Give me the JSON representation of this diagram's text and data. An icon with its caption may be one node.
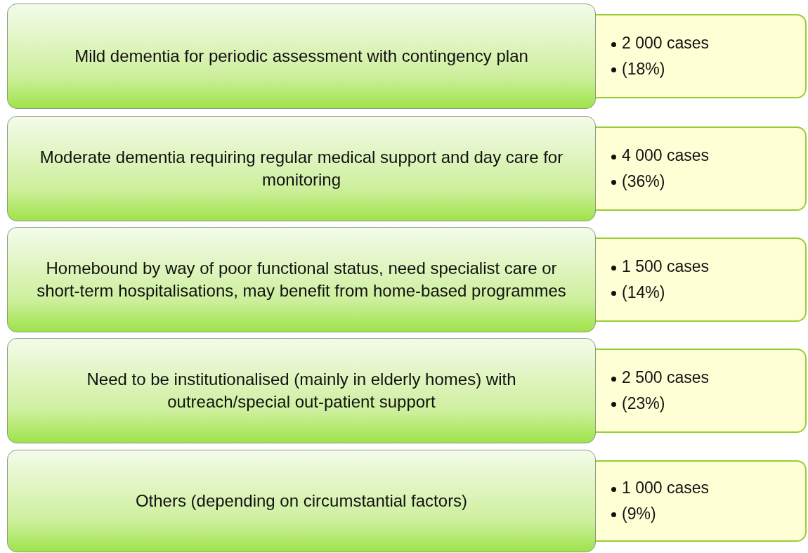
{
  "diagram": {
    "nodes": [
      {
        "text": [
          "Mild dementia for periodic assessment with contingency plan"
        ]
      },
      {
        "text": [
          "2 000 cases",
          "(18%)"
        ]
      },
      {
        "text": [
          "Moderate dementia requiring regular medical support and day care for monitoring"
        ]
      },
      {
        "text": [
          "4 000 cases",
          "(36%)"
        ]
      },
      {
        "text": [
          "Homebound by way of poor functional status, need specialist care or short-term hospitalisations, may benefit from home-based programmes"
        ]
      },
      {
        "text": [
          "1 500 cases",
          "(14%)"
        ]
      },
      {
        "text": [
          "Need to be institutionalised (mainly in elderly homes) with outreach/special out-patient support"
        ]
      },
      {
        "text": [
          "2 500 cases",
          "(23%)"
        ]
      },
      {
        "text": [
          "Others (depending on circumstantial factors)"
        ]
      },
      {
        "text": [
          "1 000 cases",
          "(9%)"
        ]
      }
    ]
  }
}
